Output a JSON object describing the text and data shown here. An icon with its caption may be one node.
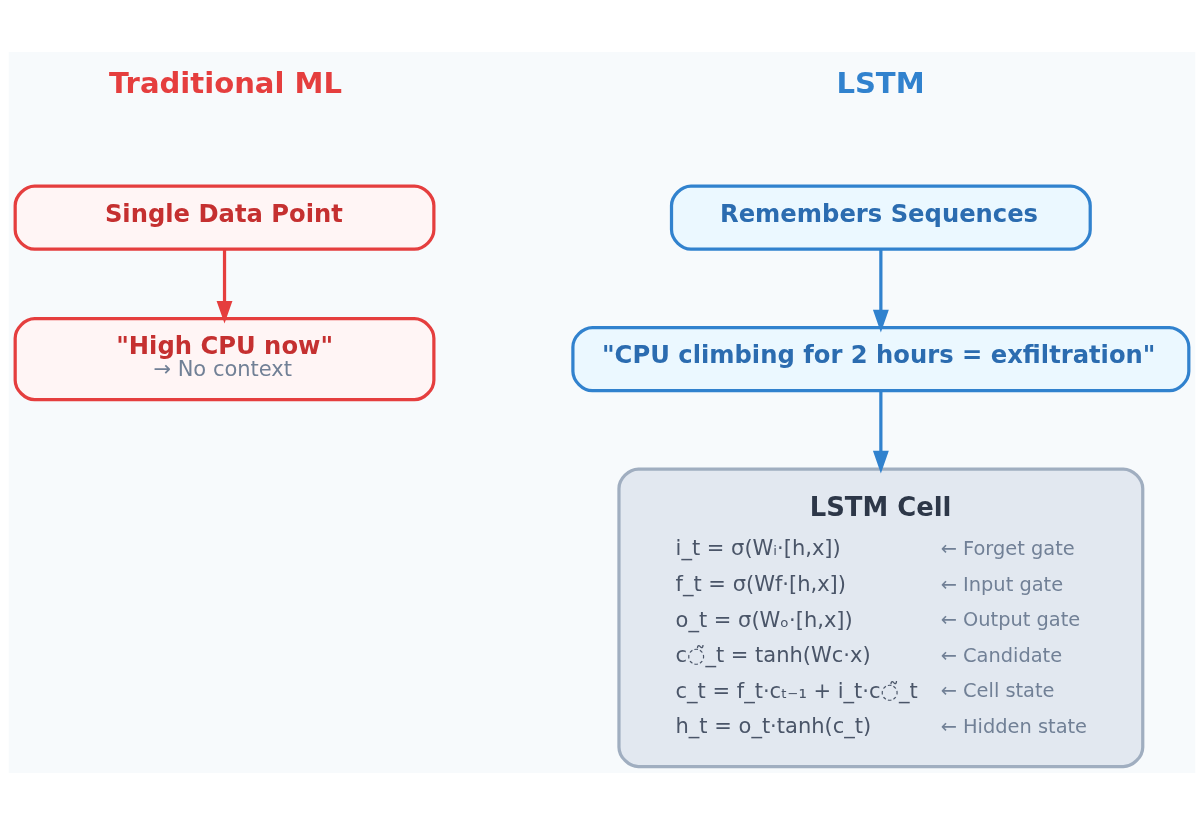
{
  "diagram": {
    "nodes": [
      {
        "text": [
          "Single Data Point"
        ]
      },
      {
        "text": [
          "\"High CPU now\"",
          "→ No context"
        ]
      },
      {
        "text": [
          "Remembers Sequences"
        ]
      },
      {
        "text": [
          "\"CPU climbing for 2 hours = exfiltration\""
        ]
      },
      {
        "text": [
          "LSTM Cell",
          "i_t = σ(Wᵢ·[h,x])",
          "← Forget gate",
          "f_t = σ(Wf·[h,x])",
          "← Input gate",
          "o_t = σ(Wₒ·[h,x])",
          "← Output gate",
          "c◌̃_t = tanh(Wc·x)",
          "← Candidate",
          "c_t = f_t·cₜ₋₁ + i_t·c◌̃_t",
          "← Cell state",
          "h_t = o_t·tanh(c_t)",
          "← Hidden state"
        ]
      }
    ],
    "edges": [
      {
        "from": 0,
        "to": 1,
        "arrow": "to",
        "color": "#e53e3e"
      },
      {
        "from": 2,
        "to": 3,
        "arrow": "to",
        "color": "#3182ce"
      },
      {
        "from": 3,
        "to": 4,
        "arrow": "to",
        "color": "#3182ce"
      }
    ],
    "labels": [
      "Traditional ML",
      "LSTM"
    ]
  }
}
